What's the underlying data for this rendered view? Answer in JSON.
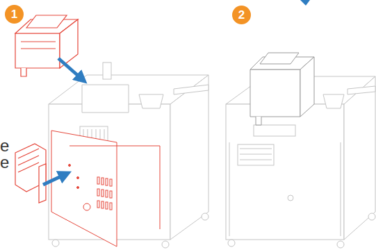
{
  "diagram": {
    "nodes": [
      {
        "text": [
          "1"
        ]
      },
      {
        "text": [
          "2"
        ]
      }
    ],
    "labels": [
      "e",
      "e"
    ]
  }
}
